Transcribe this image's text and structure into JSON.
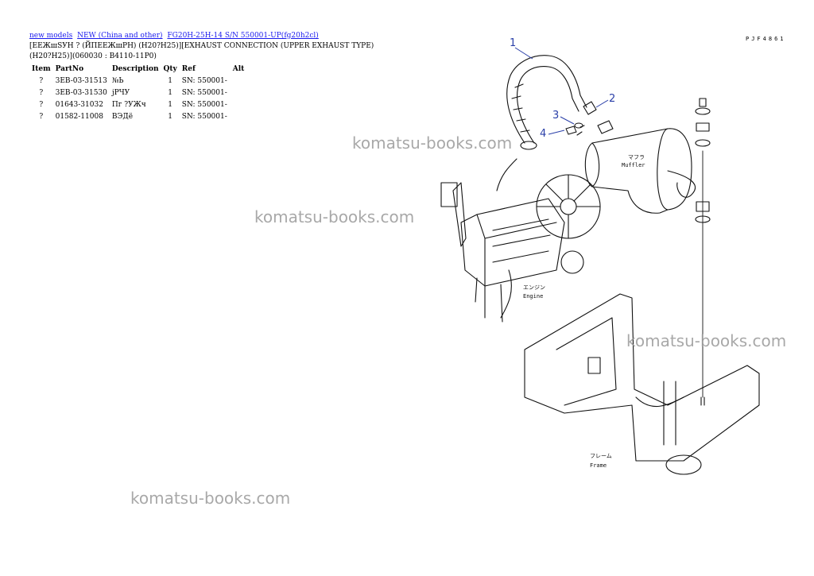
{
  "breadcrumb": {
    "links": [
      "new models",
      "NEW (China and other)",
      "FG20H-25H-14 S/N 550001-UP(fg20h2cl)"
    ]
  },
  "title": {
    "line1": "[EEЖшSУН ? (ЙПЕЕЖшРН) (H20?H25)][EXHAUST CONNECTION (UPPER EXHAUST TYPE)",
    "line2": "(H20?H25)](060030 : B4110-11P0)"
  },
  "table": {
    "headers": [
      "Item",
      "PartNo",
      "Description",
      "Qty",
      "Ref",
      "Alt"
    ],
    "rows": [
      {
        "item": "?",
        "part": "3EB-03-31513",
        "desc": "№Ь",
        "qty": "1",
        "ref": "SN: 550001-",
        "alt": ""
      },
      {
        "item": "?",
        "part": "3EB-03-31530",
        "desc": "jРЧУ",
        "qty": "1",
        "ref": "SN: 550001-",
        "alt": ""
      },
      {
        "item": "?",
        "part": "01643-31032",
        "desc": "Пг ?УЖч",
        "qty": "1",
        "ref": "SN: 550001-",
        "alt": ""
      },
      {
        "item": "?",
        "part": "01582-11008",
        "desc": "ВЭДё",
        "qty": "1",
        "ref": "SN: 550001-",
        "alt": ""
      }
    ]
  },
  "diagram": {
    "code": "PJF4861",
    "callouts": [
      "1",
      "2",
      "3",
      "4"
    ],
    "labels": {
      "muffler_jp": "マフラ",
      "muffler": "Muffler",
      "engine_jp": "エンジン",
      "engine": "Engine",
      "frame_jp": "フレーム",
      "frame": "Frame"
    },
    "callout_color": "#2a3fa8"
  },
  "watermark": "komatsu-books.com"
}
